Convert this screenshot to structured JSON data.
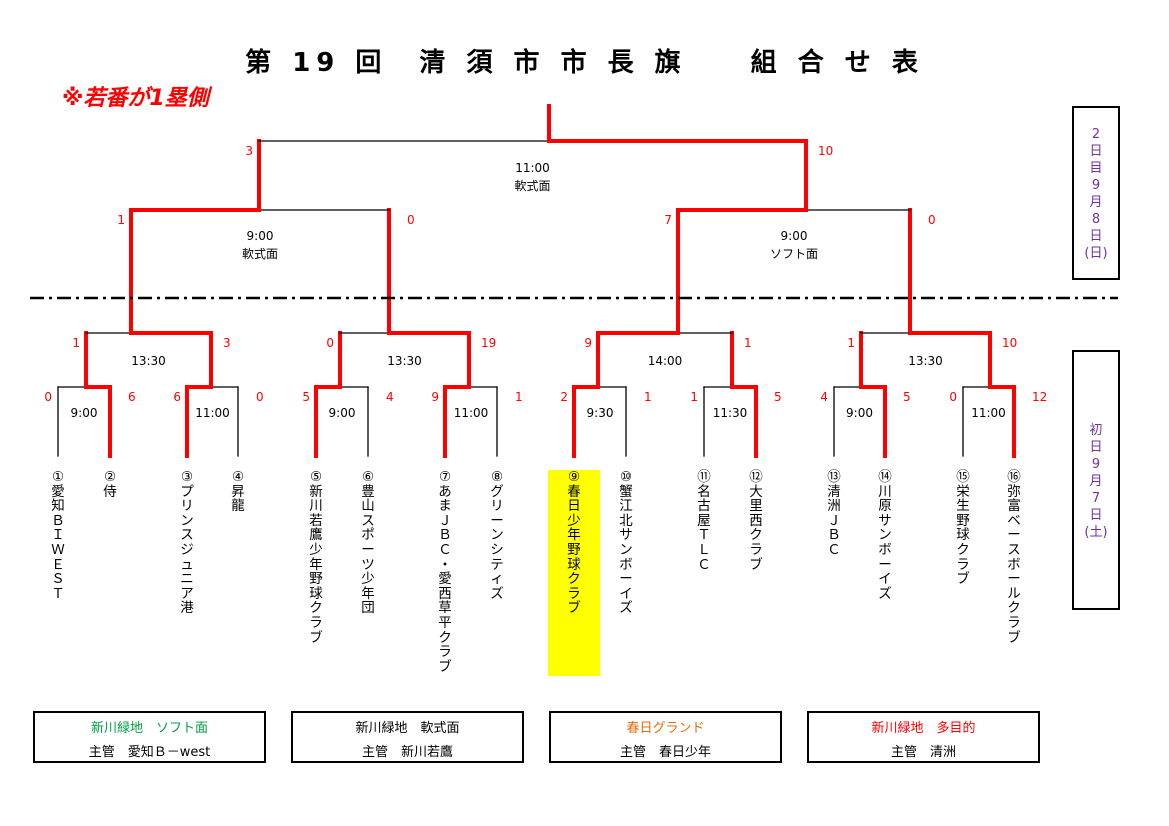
{
  "title": "第 19 回　清 須 市 市 長 旗　　組 合 せ 表",
  "note": "※若番が1塁側",
  "colors": {
    "winner_line": "#ff0000",
    "score": "#ff0000",
    "day_label": "#7030a0",
    "highlight": "#ffff00"
  },
  "day_labels": {
    "day2": [
      "2",
      "日",
      "目",
      "9",
      "月",
      "8",
      "日",
      "(日)"
    ],
    "day1": [
      "初",
      "日",
      "9",
      "月",
      "7",
      "日",
      "(土)"
    ]
  },
  "teams": [
    {
      "no": "①",
      "name": "愛知ＢＩＷＥＳＴ",
      "highlight": false
    },
    {
      "no": "②",
      "name": "侍",
      "highlight": false
    },
    {
      "no": "③",
      "name": "プリンスジュ ニア港",
      "highlight": false
    },
    {
      "no": "④",
      "name": "昇龍",
      "highlight": false
    },
    {
      "no": "⑤",
      "name": "新川若鷹少年野球クラブ",
      "highlight": false
    },
    {
      "no": "⑥",
      "name": "豊山スポーツ少年団",
      "highlight": false
    },
    {
      "no": "⑦",
      "name": "あまＪＢＣ・愛西草平クラブ",
      "highlight": false
    },
    {
      "no": "⑧",
      "name": "グリーンシティズ",
      "highlight": false
    },
    {
      "no": "⑨",
      "name": "春日少年野球クラブ",
      "highlight": true
    },
    {
      "no": "⑩",
      "name": "蟹江北サンボーイズ",
      "highlight": false
    },
    {
      "no": "⑪",
      "name": "名古屋ＴＬＣ",
      "highlight": false
    },
    {
      "no": "⑫",
      "name": "大里西クラブ",
      "highlight": false
    },
    {
      "no": "⑬",
      "name": "清洲ＪＢＣ",
      "highlight": false
    },
    {
      "no": "⑭",
      "name": "川原サンボーイズ",
      "highlight": false
    },
    {
      "no": "⑮",
      "name": "栄生野球クラブ",
      "highlight": false
    },
    {
      "no": "⑯",
      "name": "弥富ベースボールクラブ",
      "highlight": false
    }
  ],
  "round1": [
    {
      "time": "9:00",
      "scores": [
        "0",
        "6"
      ]
    },
    {
      "time": "11:00",
      "scores": [
        "6",
        "0"
      ]
    },
    {
      "time": "9:00",
      "scores": [
        "5",
        "4"
      ]
    },
    {
      "time": "11:00",
      "scores": [
        "9",
        "1"
      ]
    },
    {
      "time": "9:30",
      "scores": [
        "2",
        "1"
      ]
    },
    {
      "time": "11:30",
      "scores": [
        "1",
        "5"
      ]
    },
    {
      "time": "9:00",
      "scores": [
        "4",
        "5"
      ]
    },
    {
      "time": "11:00",
      "scores": [
        "0",
        "12"
      ]
    }
  ],
  "round2": [
    {
      "time": "13:30",
      "scores": [
        "1",
        "3"
      ]
    },
    {
      "time": "13:30",
      "scores": [
        "0",
        "19"
      ]
    },
    {
      "time": "14:00",
      "scores": [
        "9",
        "1"
      ]
    },
    {
      "time": "13:30",
      "scores": [
        "1",
        "10"
      ]
    }
  ],
  "semis": [
    {
      "time": "9:00",
      "field": "軟式面",
      "scores": [
        "1",
        "0"
      ]
    },
    {
      "time": "9:00",
      "field": "ソフト面",
      "scores": [
        "7",
        "0"
      ]
    }
  ],
  "final": {
    "time": "11:00",
    "field": "軟式面",
    "scores": [
      "3",
      "10"
    ]
  },
  "venues": [
    {
      "name": "新川緑地　ソフト面",
      "color": "#00a040",
      "manager": "主管　愛知Ｂ－west"
    },
    {
      "name": "新川緑地　軟式面",
      "color": "#000000",
      "manager": "主管　新川若鷹"
    },
    {
      "name": "春日グランド",
      "color": "#e36c0a",
      "manager": "主管　春日少年"
    },
    {
      "name": "新川緑地　多目的",
      "color": "#ff0000",
      "manager": "主管　清洲"
    }
  ]
}
